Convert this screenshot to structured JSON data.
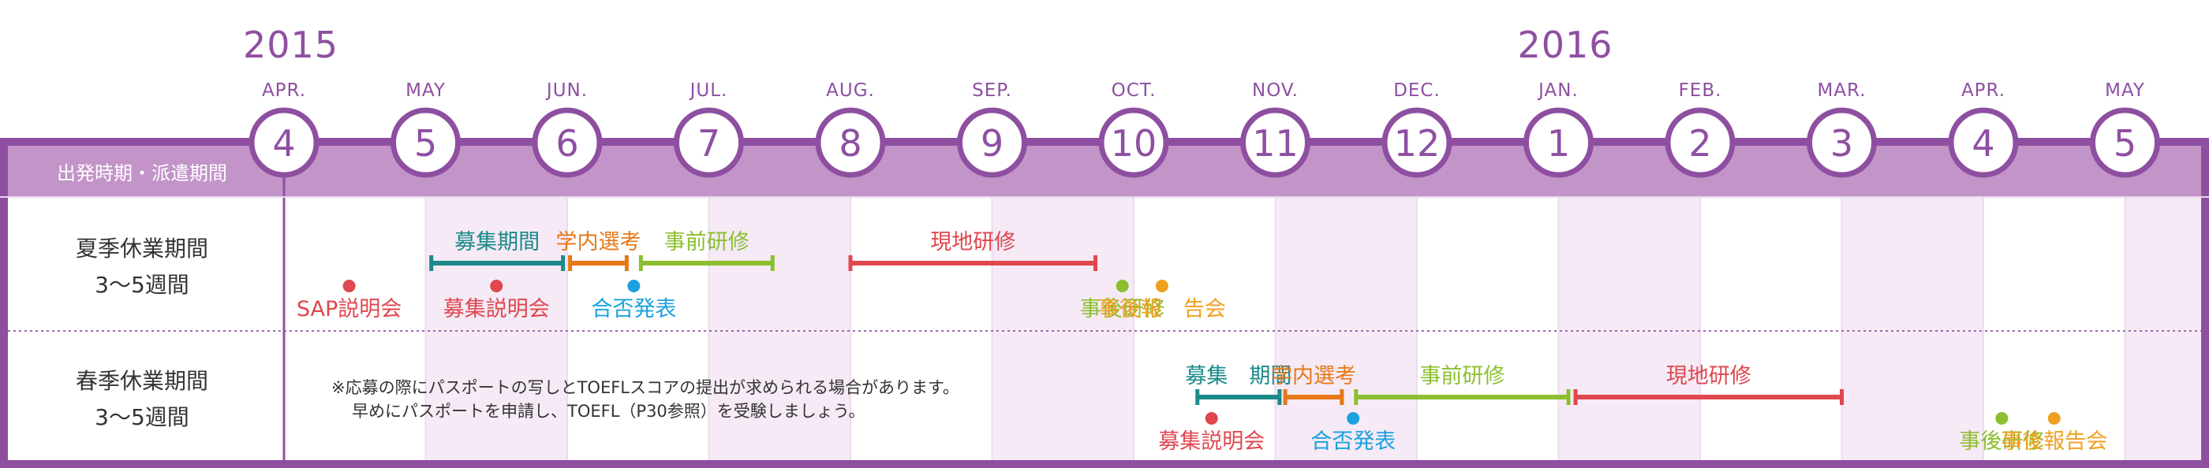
{
  "header": {
    "years": [
      {
        "label": "2015",
        "month_index": 0
      },
      {
        "label": "2016",
        "month_index": 9
      }
    ],
    "row_label": "出発時期・派遣期間"
  },
  "months": [
    {
      "abbr": "APR.",
      "num": "4"
    },
    {
      "abbr": "MAY",
      "num": "5"
    },
    {
      "abbr": "JUN.",
      "num": "6"
    },
    {
      "abbr": "JUL.",
      "num": "7"
    },
    {
      "abbr": "AUG.",
      "num": "8"
    },
    {
      "abbr": "SEP.",
      "num": "9"
    },
    {
      "abbr": "OCT.",
      "num": "10"
    },
    {
      "abbr": "NOV.",
      "num": "11"
    },
    {
      "abbr": "DEC.",
      "num": "12"
    },
    {
      "abbr": "JAN.",
      "num": "1"
    },
    {
      "abbr": "FEB.",
      "num": "2"
    },
    {
      "abbr": "MAR.",
      "num": "3"
    },
    {
      "abbr": "APR.",
      "num": "4"
    },
    {
      "abbr": "MAY",
      "num": "5"
    }
  ],
  "rows": [
    {
      "id": "summer",
      "title_line1": "夏季休業期間",
      "title_line2": "3～5週間",
      "bars": [
        {
          "label": "募集期間",
          "color": "#1a8a8a",
          "start": 1.04,
          "end": 1.97
        },
        {
          "label": "学内選考",
          "color": "#e67817",
          "start": 2.02,
          "end": 2.42
        },
        {
          "label": "事前研修",
          "color": "#8cbf30",
          "start": 2.52,
          "end": 3.45
        },
        {
          "label": "現地研修",
          "color": "#e0474e",
          "start": 4.0,
          "end": 5.73
        }
      ],
      "events": [
        {
          "label": "SAP説明会",
          "color": "#e0474e",
          "pos": 0.46
        },
        {
          "label": "募集説明会",
          "color": "#e0474e",
          "pos": 1.5
        },
        {
          "label": "合否発表",
          "color": "#1aa1de",
          "pos": 2.47
        },
        {
          "label": "事後研修",
          "color": "#8cbf30",
          "pos": 5.92
        },
        {
          "label": "事後報　告会",
          "color": "#f0a020",
          "pos": 6.2
        }
      ]
    },
    {
      "id": "spring",
      "title_line1": "春季休業期間",
      "title_line2": "3～5週間",
      "bars": [
        {
          "label": "募集　期間",
          "color": "#1a8a8a",
          "start": 6.45,
          "end": 7.03
        },
        {
          "label": "学内選考",
          "color": "#e67817",
          "start": 7.07,
          "end": 7.47
        },
        {
          "label": "事前研修",
          "color": "#8cbf30",
          "start": 7.57,
          "end": 9.07
        },
        {
          "label": "現地研修",
          "color": "#e0474e",
          "start": 9.12,
          "end": 11.0
        }
      ],
      "events": [
        {
          "label": "募集説明会",
          "color": "#e0474e",
          "pos": 6.55
        },
        {
          "label": "合否発表",
          "color": "#1aa1de",
          "pos": 7.55
        },
        {
          "label": "事後研修",
          "color": "#8cbf30",
          "pos": 12.13
        },
        {
          "label": "事後報告会",
          "color": "#f0a020",
          "pos": 12.5
        }
      ],
      "note_line1": "※応募の際にパスポートの写しとTOEFLスコアの提出が求められる場合があります。",
      "note_line2": "早めにパスポートを申請し、TOEFL（P30参照）を受験しましょう。"
    }
  ],
  "colors": {
    "frame": "#8e4fa1",
    "header_band": "#c394c8",
    "stripe": "#f5eaf5",
    "grid": "#eddced",
    "dotted_divider": "#a267b0",
    "text": "#333333"
  }
}
